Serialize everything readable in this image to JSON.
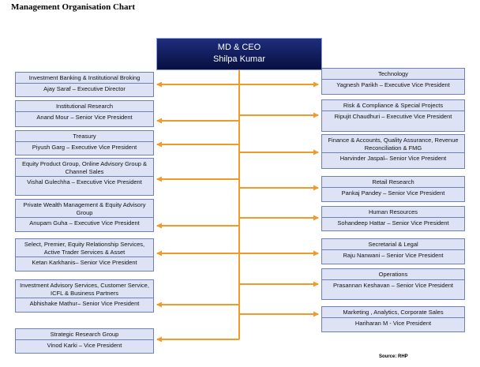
{
  "title": "Management Organisation Chart",
  "source": "Source: RHP",
  "ceo": {
    "title": "MD & CEO",
    "name": "Shilpa Kumar"
  },
  "left": [
    {
      "division": "Investment Banking & Institutional Broking",
      "person": "Ajay Saraf – Executive Director"
    },
    {
      "division": "Institutional Research",
      "person": "Anand Mour – Senior Vice President"
    },
    {
      "division": "Treasury",
      "person": "Piyush Garg – Executive Vice President"
    },
    {
      "division": "Equity Product Group, Online Advisory Group & Channel Sales",
      "person": "Vishal Gulechha – Executive Vice President"
    },
    {
      "division": "Private Wealth Management & Equity Advisory Group",
      "person": "Anupam Guha – Executive Vice President"
    },
    {
      "division": "Select, Premier, Equity Relationship Services, Active Trader Services & Asset",
      "person": "Ketan Karkhanis– Senior Vice President"
    },
    {
      "division": "Investment Advisory Services, Customer Service, ICFL & Business Partners",
      "person": "Abhishake Mathur– Senior Vice President"
    },
    {
      "division": "Strategic Research Group",
      "person": "Vinod Karki – Vice President"
    }
  ],
  "right": [
    {
      "division": "Technology",
      "person": "Yagnesh Parikh – Executive Vice President"
    },
    {
      "division": "Risk & Compliance & Special Projects",
      "person": "Ripujit Chaudhuri – Executive Vice President"
    },
    {
      "division": "Finance & Accounts, Quality Assurance, Revenue Reconciliation & FMG",
      "person": "Harvinder Jaspal– Senior Vice President"
    },
    {
      "division": "Retail Research",
      "person": "Pankaj Pandey – Senior Vice President"
    },
    {
      "division": "Human Resources",
      "person": "Sohandeep Hattar – Senior Vice President"
    },
    {
      "division": "Secretarial & Legal",
      "person": "Raju Nanwani – Senior Vice President"
    },
    {
      "division": "Operations",
      "person": "Prasannan Keshavan – Senior Vice President"
    },
    {
      "division": "Marketing , Analytics, Corporate Sales",
      "person": "Hariharan M - Vice President"
    }
  ],
  "colors": {
    "connector": "#f29a28",
    "box_fill": "#dde3f4",
    "box_border": "#6d80b8",
    "ceo_fill": "#0f1a5c"
  }
}
